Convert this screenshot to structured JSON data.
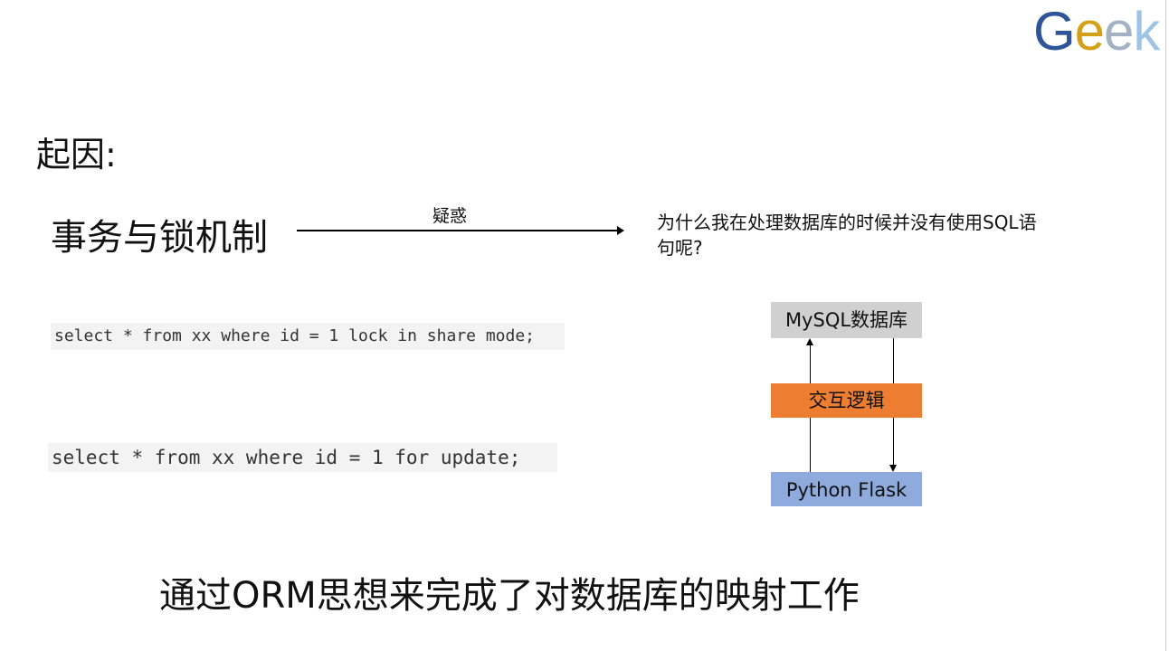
{
  "logo": {
    "letters": [
      "G",
      "e",
      "e",
      "k"
    ],
    "colors": [
      "#2e5597",
      "#d4a017",
      "#a3b1c4",
      "#9dc3e6"
    ]
  },
  "title": "起因:",
  "topic": "事务与锁机制",
  "arrow_label": "疑惑",
  "question": "为什么我在处理数据库的时候并没有使用SQL语句呢?",
  "code_examples": [
    "select * from xx where id = 1 lock in share mode;",
    "select * from xx where id = 1 for update;"
  ],
  "diagram": {
    "top": "MySQL数据库",
    "middle": "交互逻辑",
    "bottom": "Python Flask"
  },
  "conclusion": "通过ORM思想来完成了对数据库的映射工作"
}
